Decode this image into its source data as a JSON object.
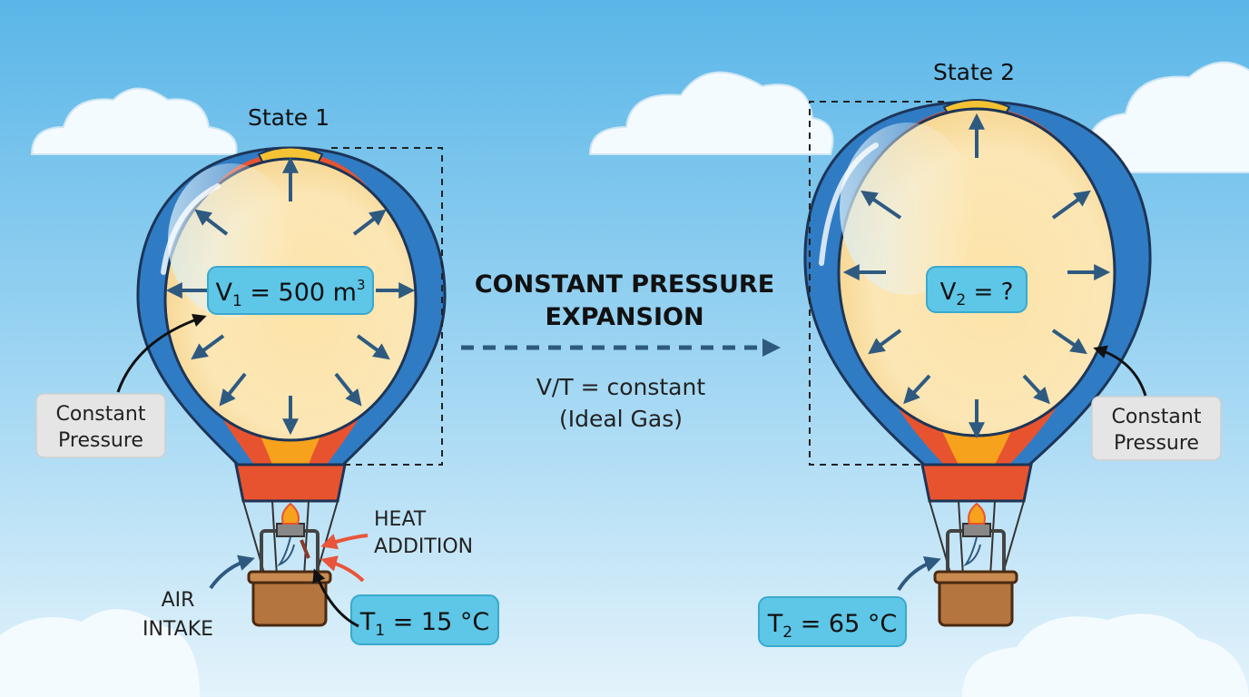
{
  "state1": {
    "title": "State 1",
    "volume": {
      "symbol": "V",
      "subscript": "1",
      "equals": " = 500 m",
      "superscript": "3"
    },
    "temperature": {
      "symbol": "T",
      "subscript": "1",
      "value": " = 15 °C"
    },
    "pressure_label": [
      "Constant",
      "Pressure"
    ],
    "heat_label": [
      "HEAT",
      "ADDITION"
    ],
    "air_label": [
      "AIR",
      "INTAKE"
    ]
  },
  "state2": {
    "title": "State 2",
    "volume": {
      "symbol": "V",
      "subscript": "2",
      "equals": " = ?"
    },
    "temperature": {
      "symbol": "T",
      "subscript": "2",
      "value": " = 65 °C"
    },
    "pressure_label": [
      "Constant",
      "Pressure"
    ]
  },
  "process": {
    "title_lines": [
      "CONSTANT PRESSURE",
      "EXPANSION"
    ],
    "law_lines": [
      "V/T = constant",
      "(Ideal Gas)"
    ]
  },
  "colors": {
    "sky_top": "#5cb8ea",
    "sky_bottom": "#dff1fb",
    "label_box": "#5ec6e6",
    "pressure_box": "#e5e5e5",
    "arrow": "#2f5a80",
    "heat_arrow": "#e8553a"
  }
}
